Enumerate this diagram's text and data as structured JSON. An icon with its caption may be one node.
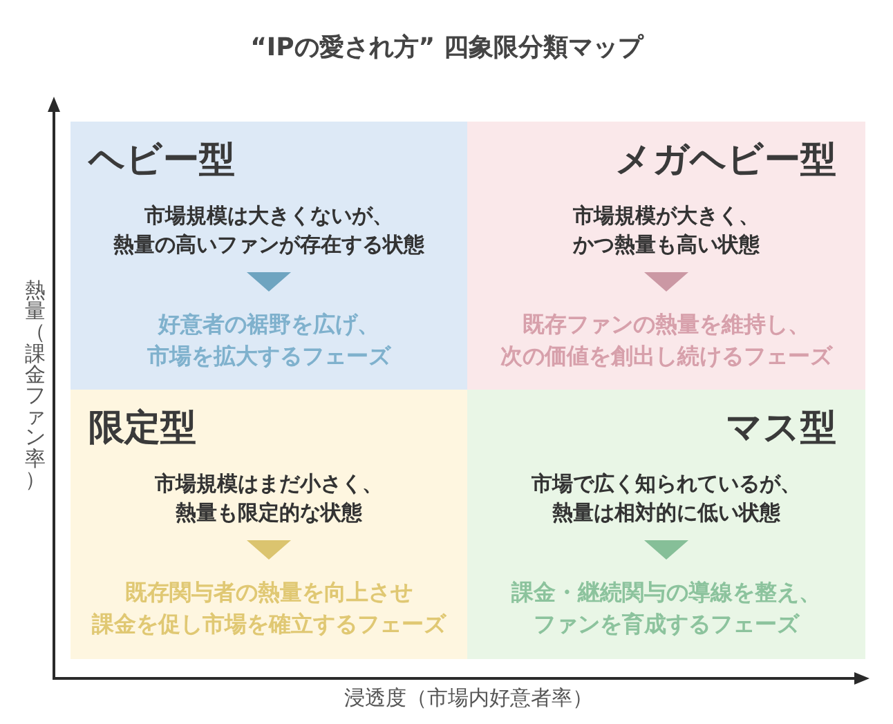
{
  "diagram": {
    "title": "“IPの愛され方” 四象限分類マップ",
    "nodes": [
      {
        "text": [
          "ヘビー型"
        ]
      },
      {
        "text": [
          "市場規模は大きくないが、熱量の高いファンが存在する状態"
        ],
        "in": 0
      },
      {
        "text": [
          "好意者の裾野を広げ、市場を拡大するフェーズ"
        ],
        "in": 0
      },
      {
        "text": [
          "メガヘビー型"
        ]
      },
      {
        "text": [
          "市場規模が大きく、かつ熱量も高い状態"
        ],
        "in": 3
      },
      {
        "text": [
          "既存ファンの熱量を維持し、次の価値を創出し続けるフェーズ"
        ],
        "in": 3
      },
      {
        "text": [
          "限定型"
        ]
      },
      {
        "text": [
          "市場規模はまだ小さく、熱量も限定的な状態"
        ],
        "in": 6
      },
      {
        "text": [
          "既存関与者の熱量を向上させ課金を促し市場を確立するフェーズ"
        ],
        "in": 6
      },
      {
        "text": [
          "マス型"
        ]
      },
      {
        "text": [
          "市場で広く知られているが、熱量は相対的に低い状態"
        ],
        "in": 9
      },
      {
        "text": [
          "課金・継続関与の導線を整え、ファンを育成するフェーズ"
        ],
        "in": 9
      }
    ],
    "edges": [
      {
        "from": 1,
        "to": 2,
        "arrow": "to",
        "color": "#6ea4c0"
      },
      {
        "from": 4,
        "to": 5,
        "arrow": "to",
        "color": "#cb98a4"
      },
      {
        "from": 7,
        "to": 8,
        "arrow": "to",
        "color": "#dbc46f"
      },
      {
        "from": 10,
        "to": 11,
        "arrow": "to",
        "color": "#86bf98"
      }
    ],
    "labels": [
      "熱量（課金ファン率）",
      "浸透度（市場内好意者率）"
    ]
  }
}
